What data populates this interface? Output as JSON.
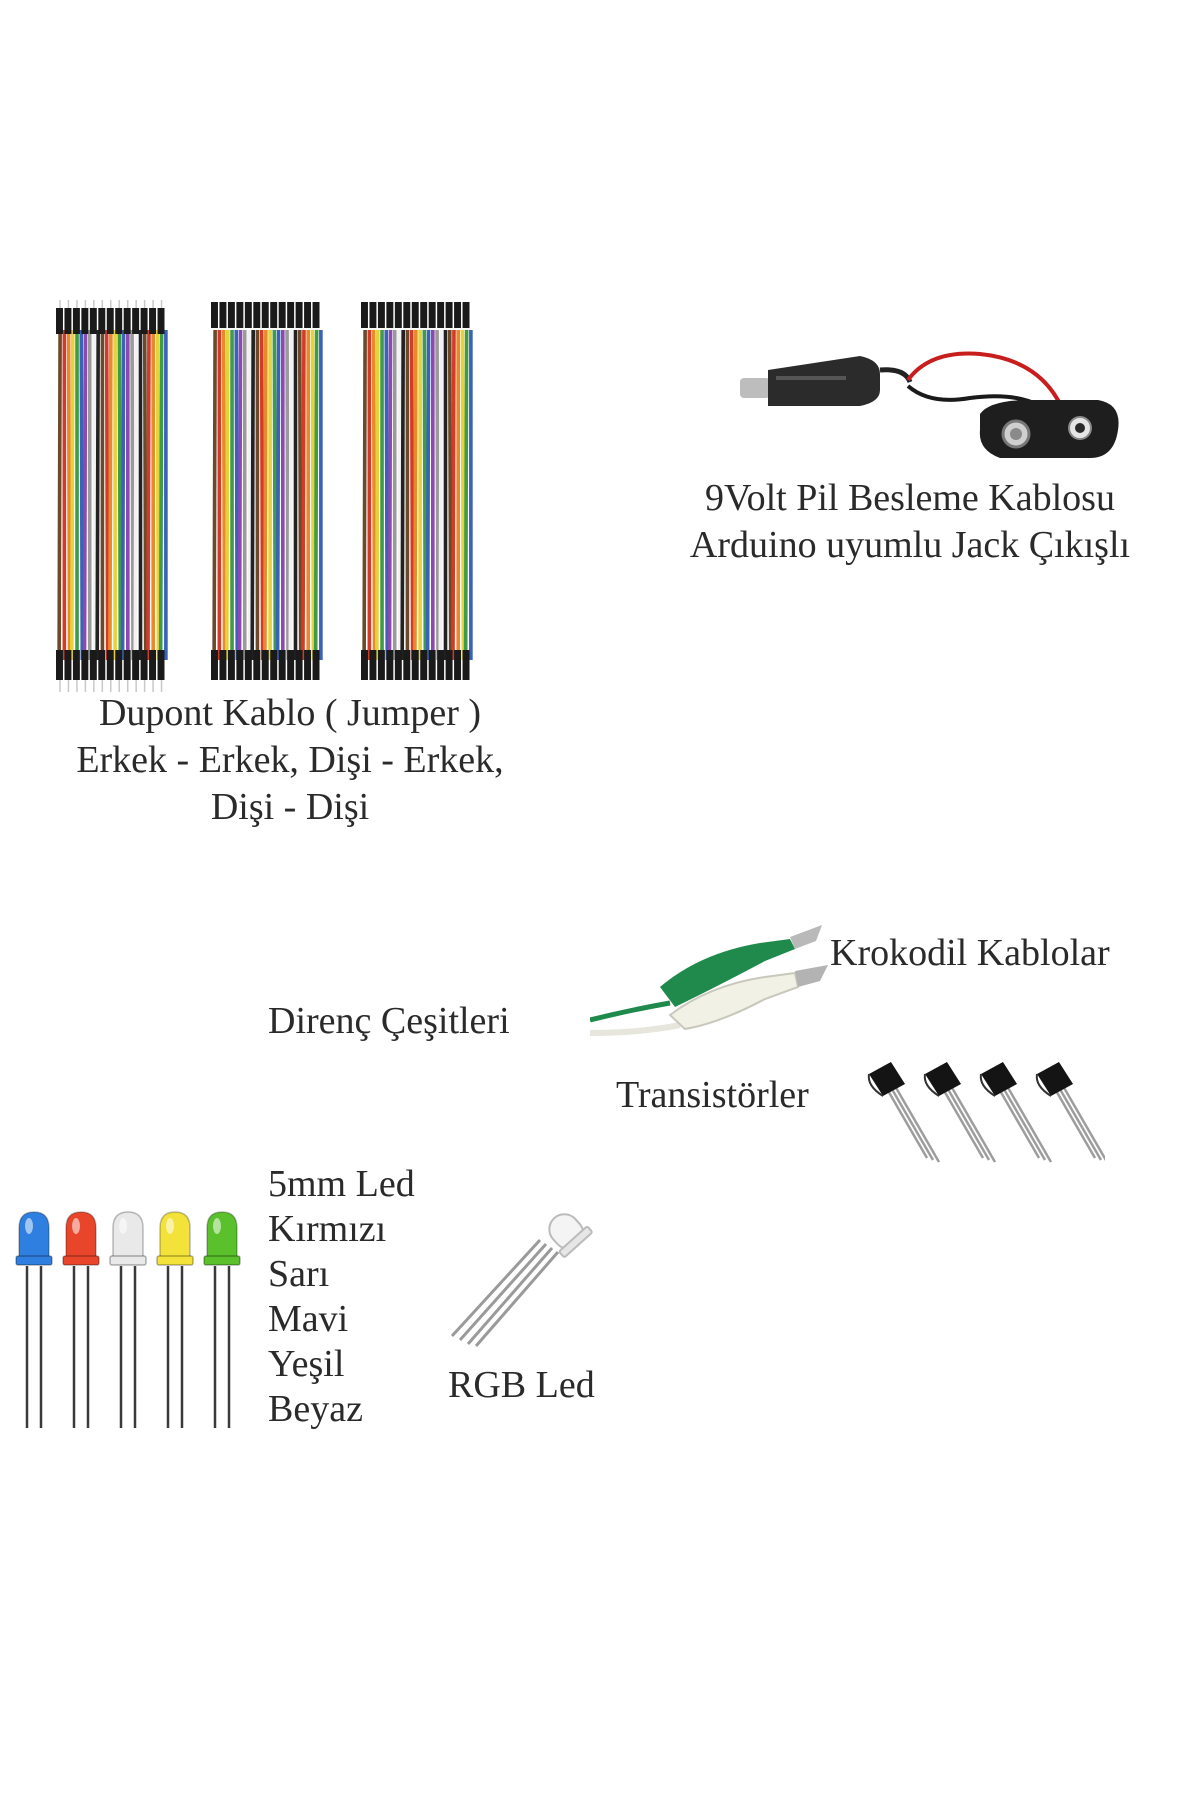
{
  "dupont": {
    "line1": "Dupont Kablo ( Jumper )",
    "line2": "Erkek - Erkek, Dişi - Erkek,",
    "line3": "Dişi - Dişi",
    "wire_colors": [
      "#6b4a2b",
      "#d23a2a",
      "#e8892b",
      "#e6d23a",
      "#3f9b48",
      "#3a62b8",
      "#8a4ab0",
      "#9a9a9a",
      "#f2f2f2",
      "#222222"
    ]
  },
  "battery": {
    "line1": "9Volt Pil Besleme Kablosu",
    "line2": "Arduino uyumlu Jack Çıkışlı"
  },
  "resistors": {
    "label": "Direnç Çeşitleri"
  },
  "crocodile": {
    "label": "Krokodil Kablolar",
    "colors": [
      "#1f8a4c",
      "#f2f2ea"
    ]
  },
  "transistors": {
    "label": "Transistörler",
    "count": 4
  },
  "leds": {
    "lines": [
      "5mm Led",
      "Kırmızı",
      "Sarı",
      "Mavi",
      "Yeşil",
      "Beyaz"
    ],
    "colors": [
      "#2f7fe0",
      "#e8452a",
      "#e9e9e9",
      "#f3e23a",
      "#5ac02c"
    ]
  },
  "rgb_led": {
    "label": "RGB Led"
  }
}
